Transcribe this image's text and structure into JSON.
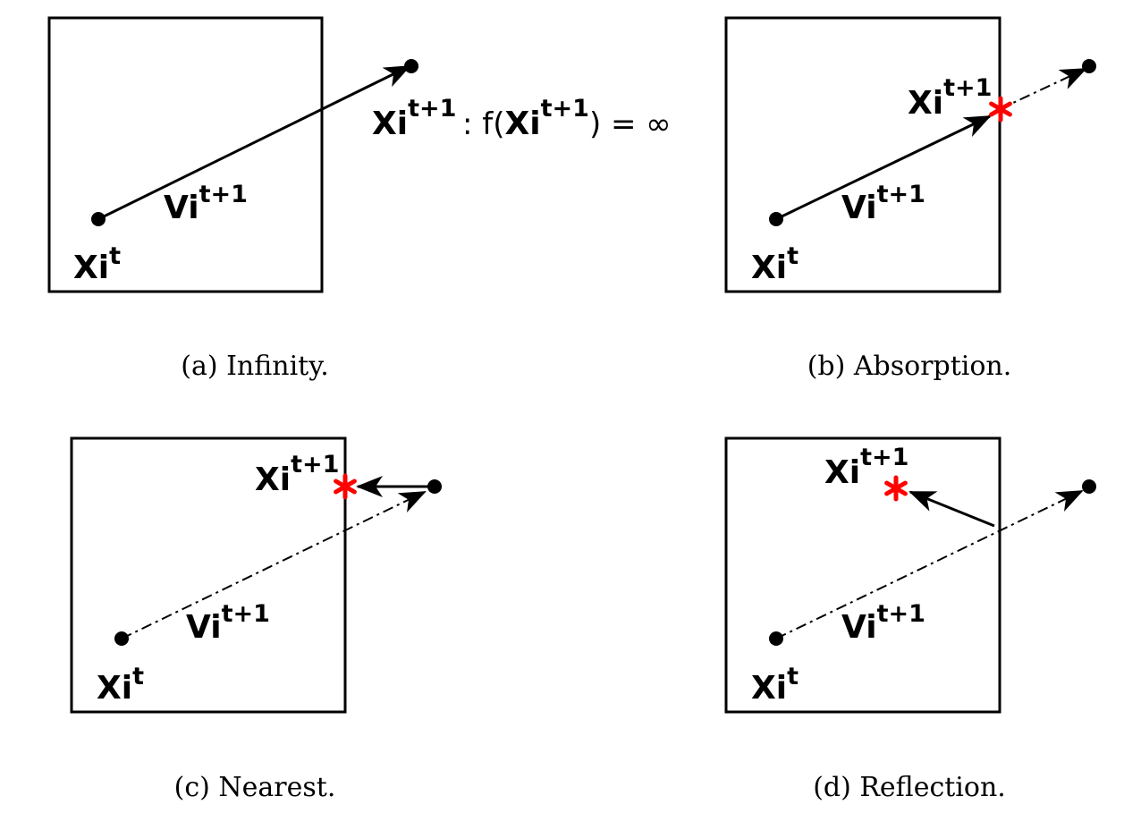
{
  "panels": {
    "a": {
      "caption": "(a) Infinity.",
      "xi_base": "Xi",
      "xi_sup": "t",
      "vi_base": "Vi",
      "vi_sup": "t+1",
      "next_base": "Xi",
      "next_sup": "t+1",
      "formula_pre": ": f(",
      "formula_base": "Xi",
      "formula_sup": "t+1",
      "formula_post": ") = ∞"
    },
    "b": {
      "caption": "(b) Absorption.",
      "xi_base": "Xi",
      "xi_sup": "t",
      "vi_base": "Vi",
      "vi_sup": "t+1",
      "next_base": "Xi",
      "next_sup": "t+1"
    },
    "c": {
      "caption": "(c) Nearest.",
      "xi_base": "Xi",
      "xi_sup": "t",
      "vi_base": "Vi",
      "vi_sup": "t+1",
      "next_base": "Xi",
      "next_sup": "t+1"
    },
    "d": {
      "caption": "(d) Reflection.",
      "xi_base": "Xi",
      "xi_sup": "t",
      "vi_base": "Vi",
      "vi_sup": "t+1",
      "next_base": "Xi",
      "next_sup": "t+1"
    }
  },
  "colors": {
    "marker": "#ff0000",
    "ink": "#000000"
  }
}
